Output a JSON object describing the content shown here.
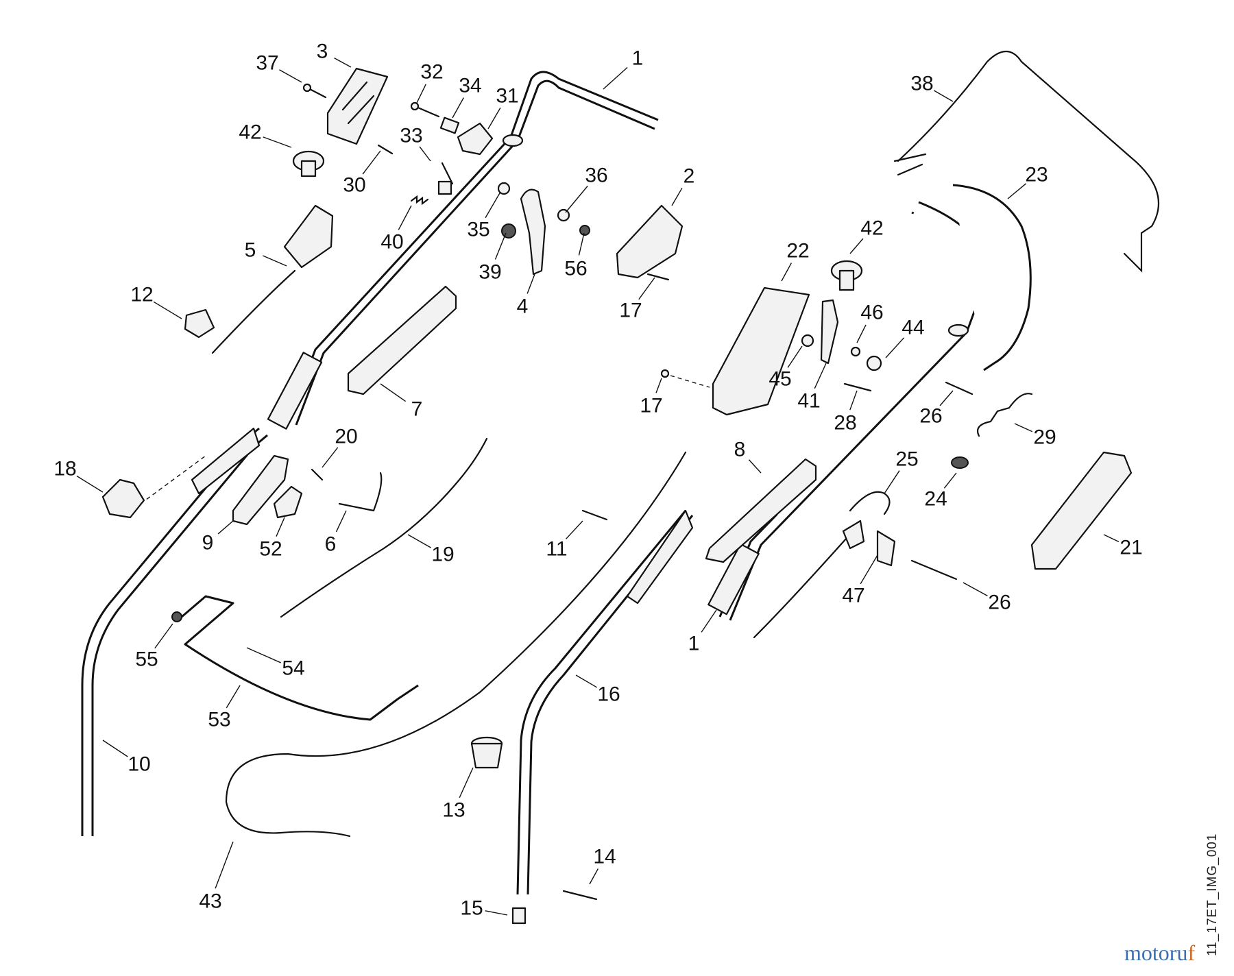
{
  "diagram": {
    "callouts": [
      "1",
      "3",
      "37",
      "32",
      "34",
      "31",
      "42",
      "33",
      "30",
      "40",
      "35",
      "39",
      "36",
      "56",
      "4",
      "2",
      "17",
      "5",
      "12",
      "7",
      "38",
      "23",
      "42",
      "22",
      "46",
      "44",
      "45",
      "41",
      "17",
      "28",
      "26",
      "29",
      "8",
      "25",
      "24",
      "21",
      "18",
      "20",
      "9",
      "52",
      "6",
      "19",
      "11",
      "47",
      "26",
      "1",
      "55",
      "54",
      "53",
      "16",
      "10",
      "13",
      "43",
      "14",
      "15"
    ],
    "drawing_code": "11_17ET_IMG_001",
    "watermark": "motoruf"
  }
}
